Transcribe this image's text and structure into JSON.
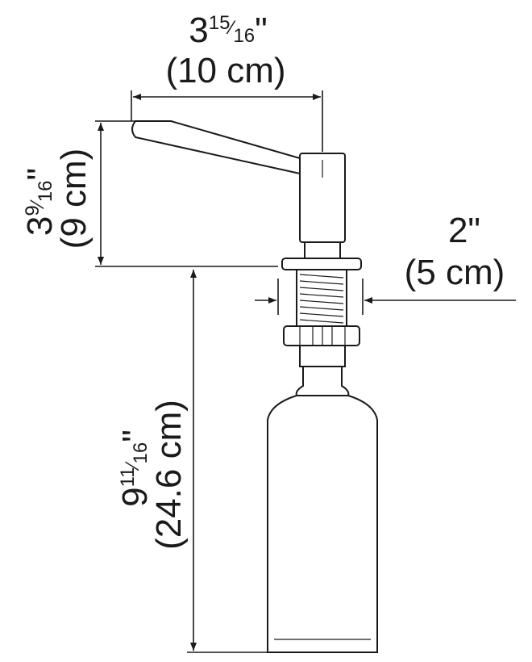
{
  "dimensions": {
    "spout_length": {
      "whole": "3",
      "num": "15",
      "den": "16",
      "inch": "\"",
      "metric": "(10 cm)"
    },
    "spout_height": {
      "whole": "3",
      "num": "9",
      "den": "16",
      "inch": "\"",
      "metric": "(9 cm)"
    },
    "hole_diameter": {
      "imperial": "2\"",
      "metric": "(5 cm)"
    },
    "bottle_length": {
      "whole": "9",
      "num": "11",
      "den": "16",
      "inch": "\"",
      "metric": "(24.6 cm)"
    }
  },
  "colors": {
    "line": "#1a1a1a",
    "background": "#ffffff"
  }
}
